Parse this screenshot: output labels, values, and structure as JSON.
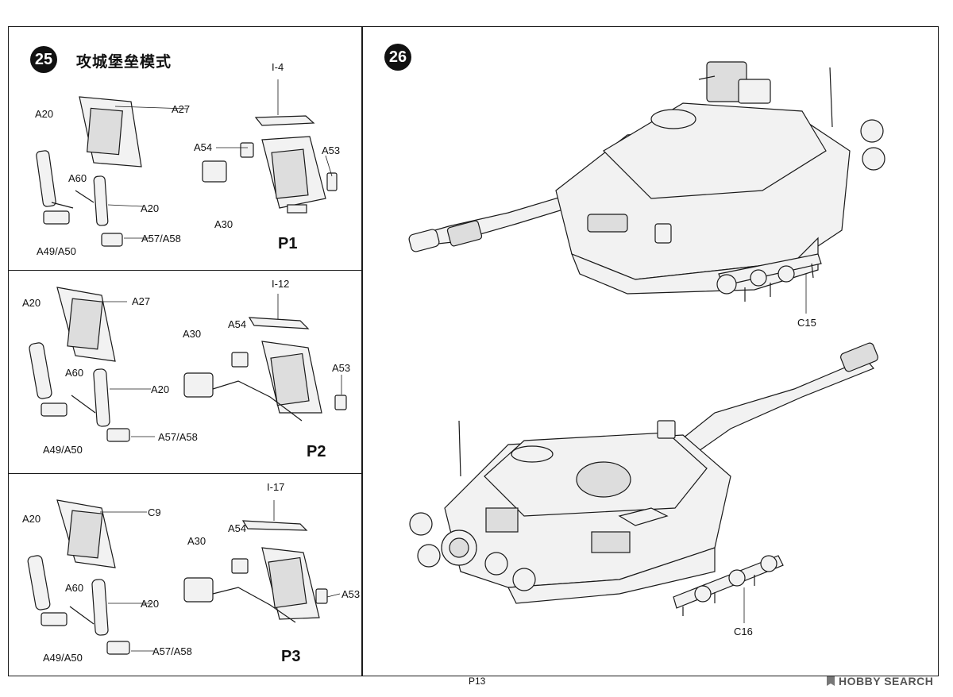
{
  "step25": {
    "number": "25",
    "title": "攻城堡垒模式",
    "panels": [
      {
        "name": "P1",
        "labels": [
          "A20",
          "A27",
          "A60",
          "A20",
          "A49/A50",
          "A57/A58",
          "I-4",
          "A54",
          "A53",
          "A30"
        ]
      },
      {
        "name": "P2",
        "labels": [
          "A20",
          "A27",
          "A60",
          "A20",
          "A49/A50",
          "A57/A58",
          "I-12",
          "A30",
          "A54",
          "A53"
        ]
      },
      {
        "name": "P3",
        "labels": [
          "A20",
          "C9",
          "A60",
          "A20",
          "A49/A50",
          "A57/A58",
          "I-17",
          "A30",
          "A54",
          "A53"
        ]
      }
    ]
  },
  "step26": {
    "number": "26",
    "callouts": [
      "C15",
      "C16"
    ]
  },
  "footer": {
    "page": "P13",
    "watermark": "HOBBY SEARCH",
    "watermark_icon": "hobbysearch-logo-icon"
  },
  "colors": {
    "line": "#1a1a1a",
    "part_fill": "#e6e6e6"
  }
}
